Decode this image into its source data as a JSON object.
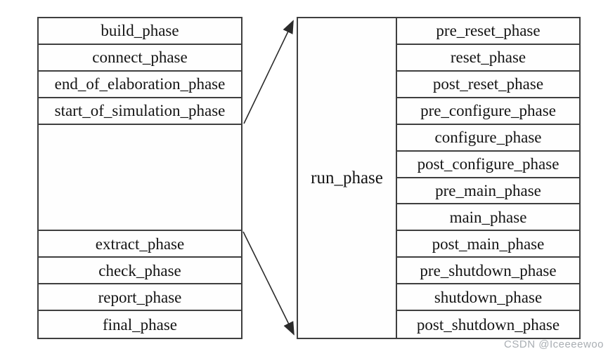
{
  "diagram": {
    "title_semantic": "uvm-phase-diagram",
    "left_table": {
      "top_phases": [
        "build_phase",
        "connect_phase",
        "end_of_elaboration_phase",
        "start_of_simulation_phase"
      ],
      "bottom_phases": [
        "extract_phase",
        "check_phase",
        "report_phase",
        "final_phase"
      ]
    },
    "run_phase_label": "run_phase",
    "run_subphases": [
      "pre_reset_phase",
      "reset_phase",
      "post_reset_phase",
      "pre_configure_phase",
      "configure_phase",
      "post_configure_phase",
      "pre_main_phase",
      "main_phase",
      "post_main_phase",
      "pre_shutdown_phase",
      "shutdown_phase",
      "post_shutdown_phase"
    ]
  },
  "watermark": "CSDN @Iceeeewoo",
  "colors": {
    "background": "#ffffff",
    "border": "#3f3f3f",
    "text": "#141414",
    "arrow": "#2b2b2b",
    "watermark": "#a9aeb3"
  }
}
